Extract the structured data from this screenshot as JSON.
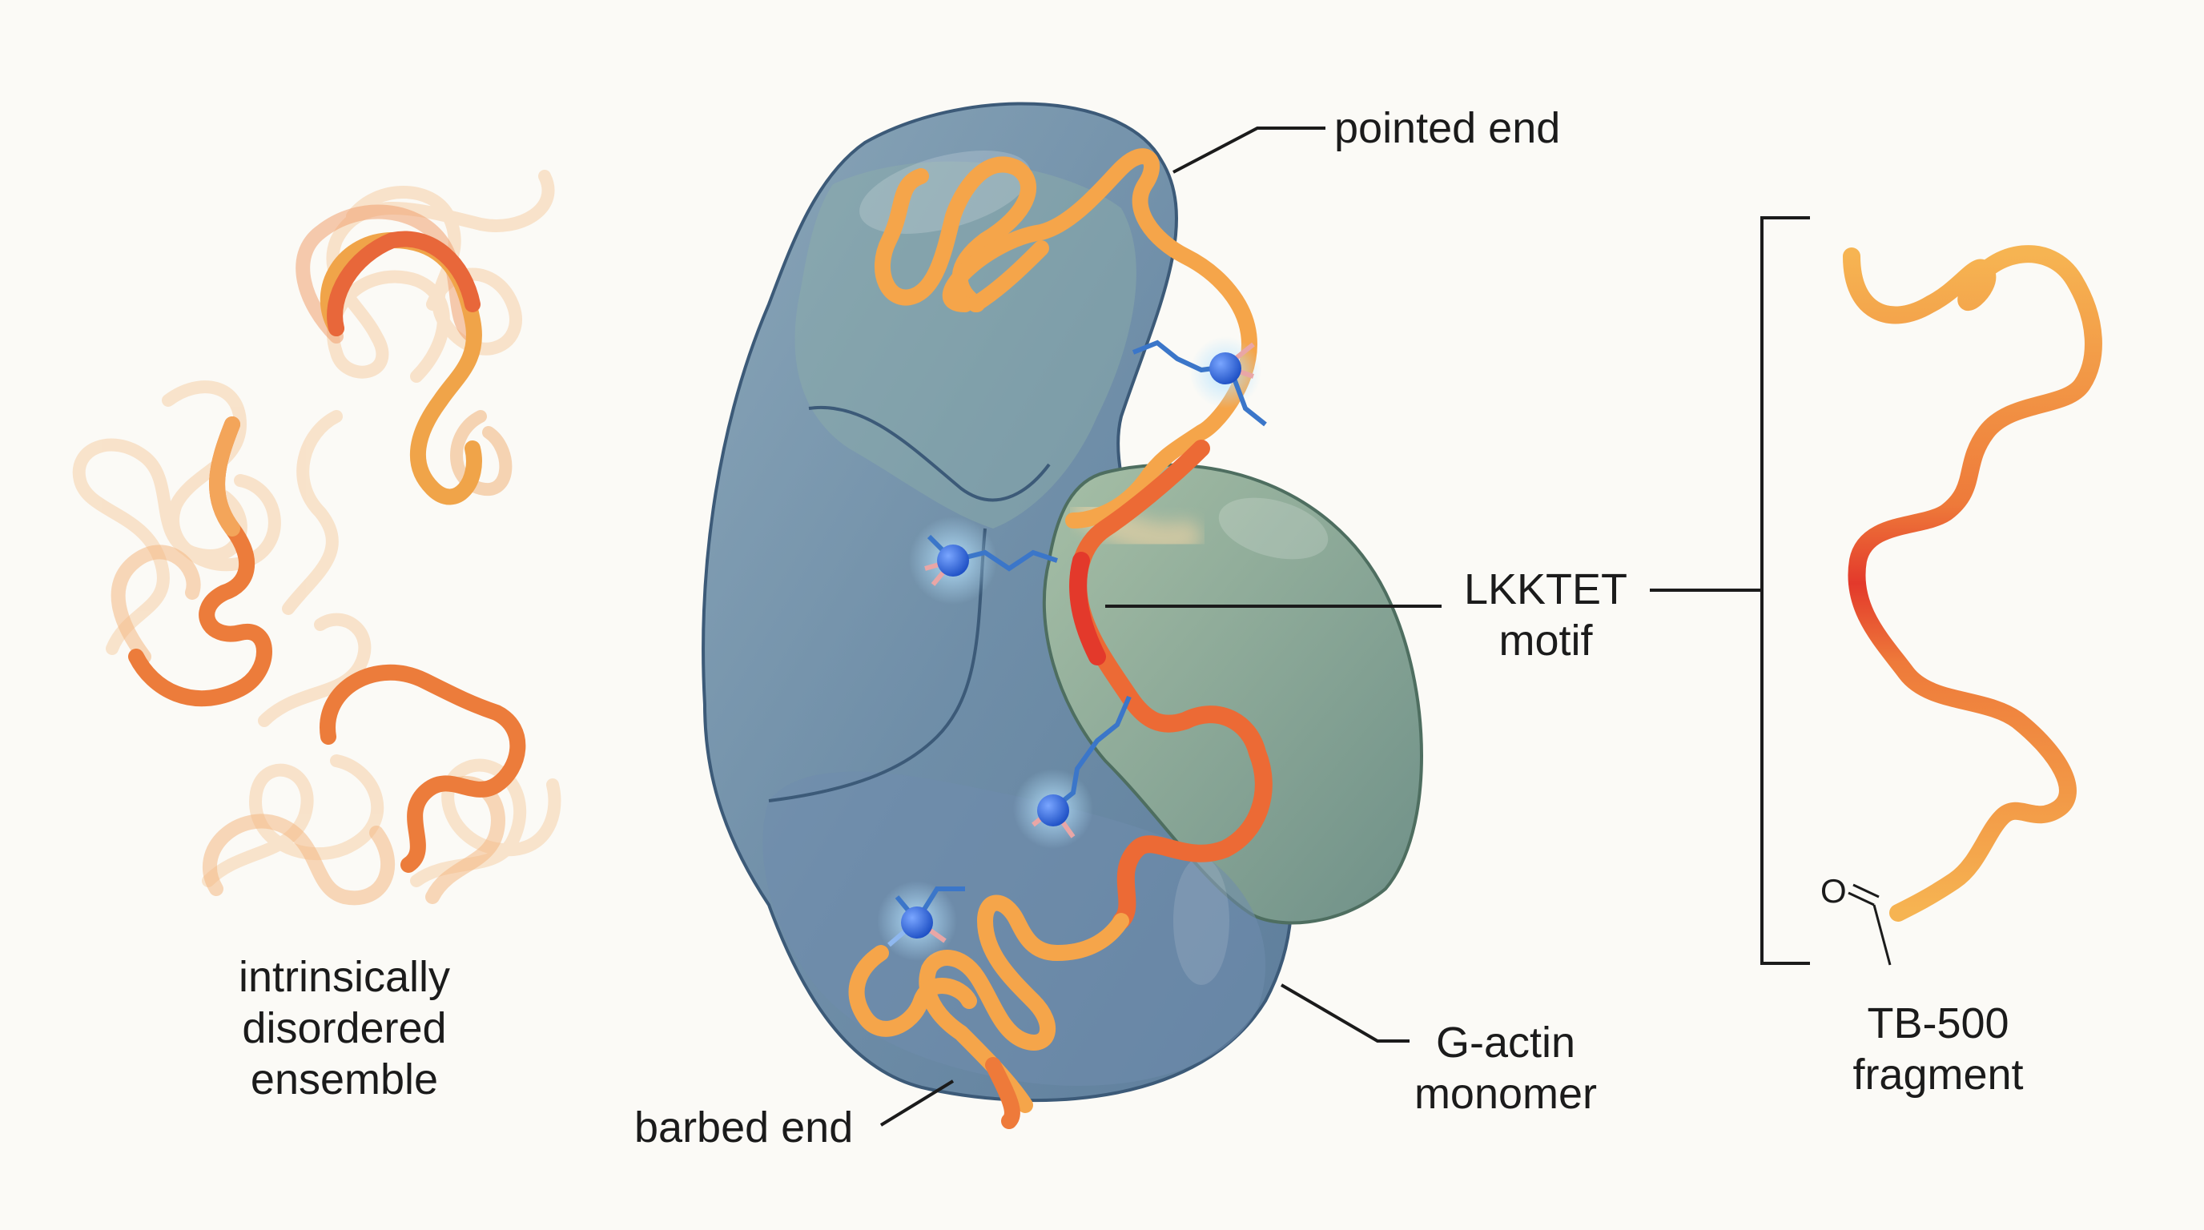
{
  "labels": {
    "pointed_end": "pointed end",
    "lkktet_line1": "LKKTET",
    "lkktet_line2": "motif",
    "gactin_line1": "G-actin",
    "gactin_line2": "monomer",
    "barbed_end": "barbed end",
    "disordered_line1": "intrinsically",
    "disordered_line2": "disordered",
    "disordered_line3": "ensemble",
    "tb500_line1": "TB-500",
    "tb500_line2": "fragment",
    "carbonyl_oxygen": "O"
  },
  "colors": {
    "background": "#fbfaf6",
    "actin_blue": "#6f8fa8",
    "actin_green": "#86a493",
    "peptide_orange": "#f3a64a",
    "motif_red": "#e5412c",
    "residue_blue": "#2f63d6"
  }
}
